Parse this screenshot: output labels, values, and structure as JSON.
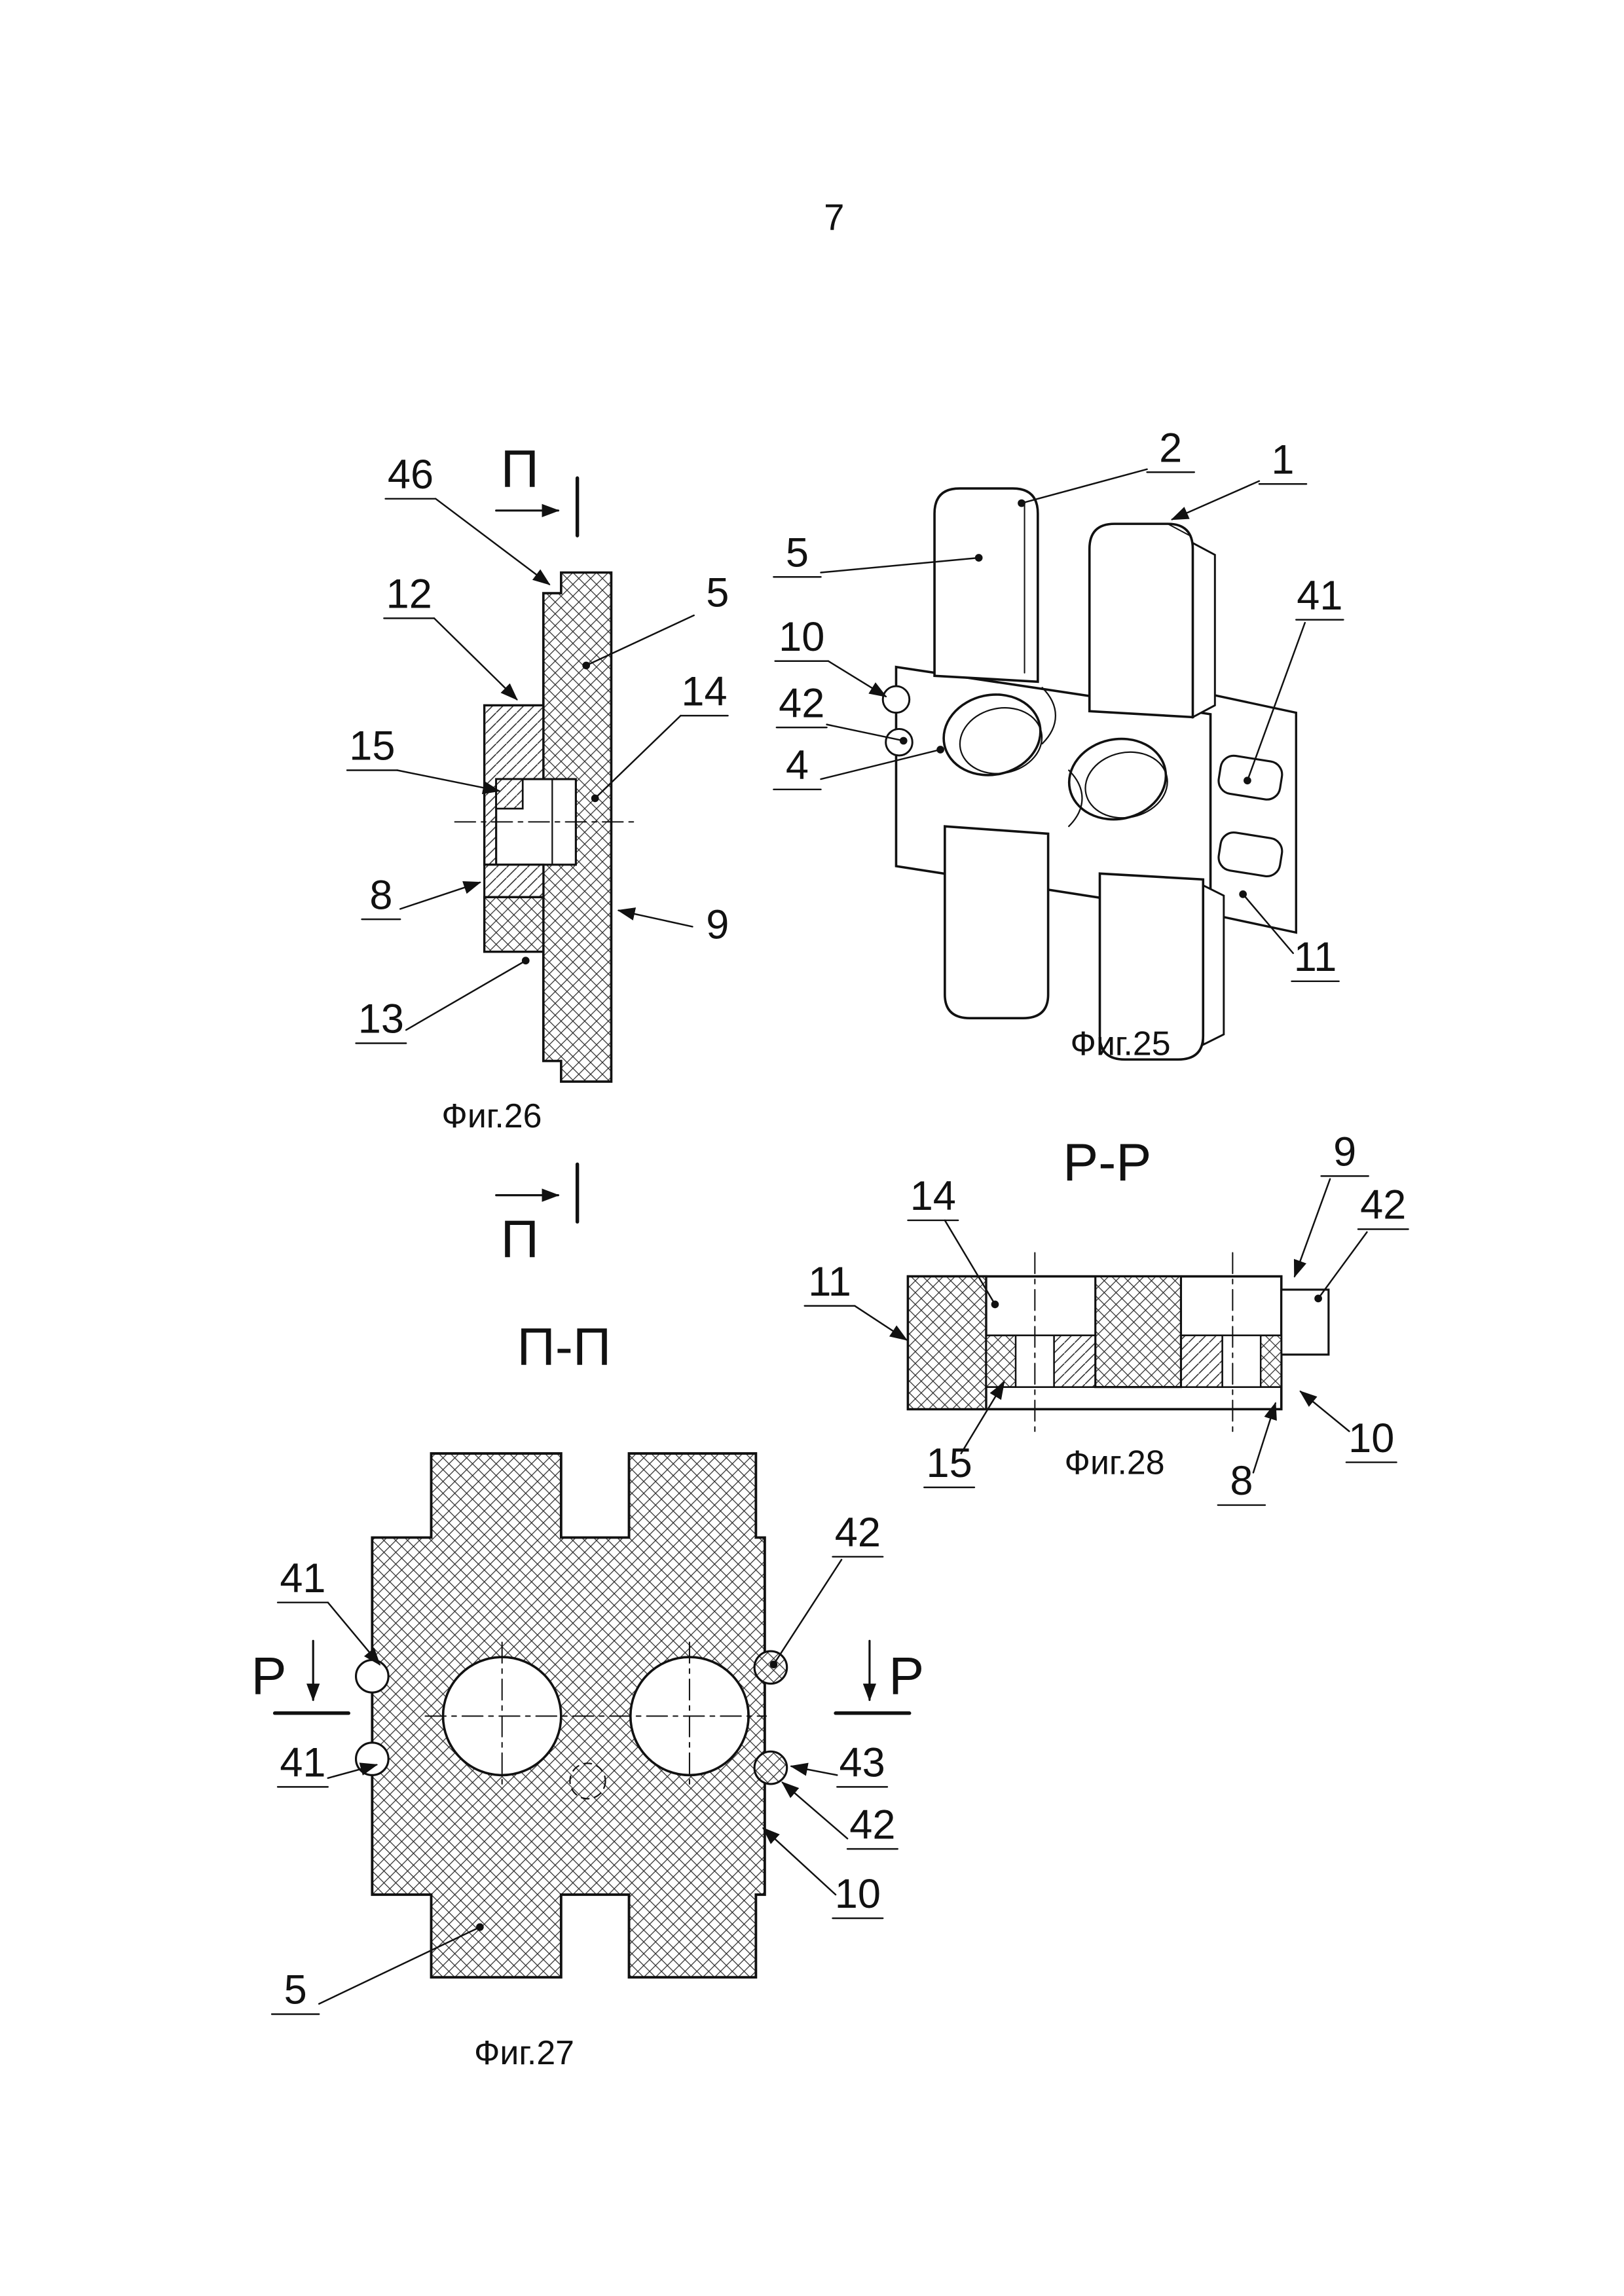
{
  "page": {
    "number": "7"
  },
  "figures": {
    "fig25": {
      "caption": "Фиг.25",
      "labels": {
        "n1": "1",
        "n2": "2",
        "n4": "4",
        "n5": "5",
        "n10": "10",
        "n11": "11",
        "n41": "41",
        "n42": "42"
      }
    },
    "fig26": {
      "caption": "Фиг.26",
      "section_top": "П",
      "section_bottom": "П",
      "labels": {
        "n46": "46",
        "n12": "12",
        "n15": "15",
        "n8": "8",
        "n13": "13",
        "n5": "5",
        "n14": "14",
        "n9": "9"
      }
    },
    "fig27": {
      "caption": "Фиг.27",
      "title": "П-П",
      "marker_left": "Р",
      "marker_right": "Р",
      "labels": {
        "n41a": "41",
        "n41b": "41",
        "n5": "5",
        "n42a": "42",
        "n42b": "42",
        "n43": "43",
        "n10": "10"
      }
    },
    "fig28": {
      "caption": "Фиг.28",
      "title": "Р-Р",
      "labels": {
        "n14": "14",
        "n9": "9",
        "n42": "42",
        "n11": "11",
        "n15": "15",
        "n8": "8",
        "n10": "10"
      }
    }
  }
}
